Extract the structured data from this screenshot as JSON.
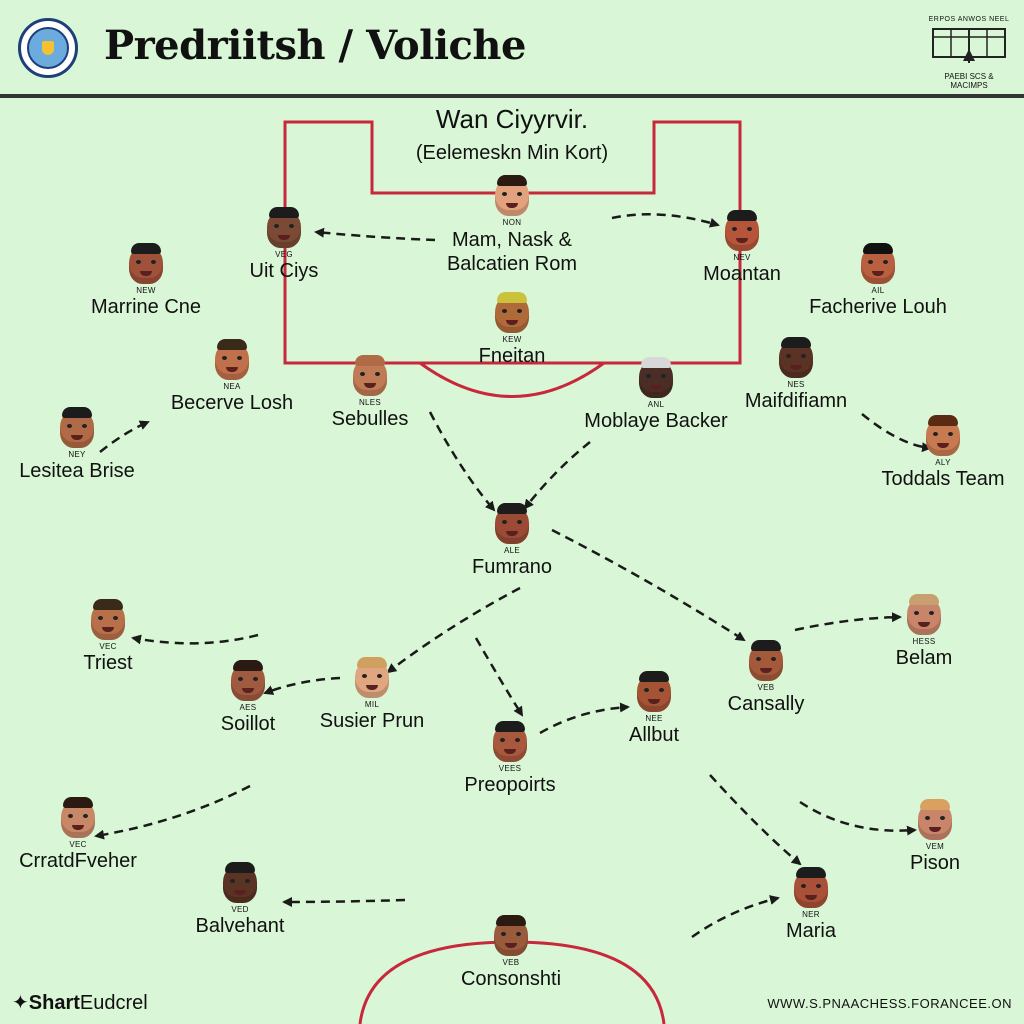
{
  "header": {
    "title": "Predriitsh / Voliche",
    "brand_right_top": "ERPOS ANWOS NEEL",
    "brand_right_bottom": "PAEBI SCS & MACIMPS"
  },
  "box": {
    "title": "Wan Ciyyrvir.",
    "subtitle": "(Eelemeskn Min Kort)"
  },
  "colors": {
    "background": "#d9f7d6",
    "pitch_lines": "#c8283c",
    "arrows": "#1a1a1a"
  },
  "players": [
    {
      "id": "center-top",
      "code": "NON",
      "name": "Mam, Nask & Balcatien Rom",
      "skin": "#e2a27e",
      "hair": "#2a1a12"
    },
    {
      "id": "uit-ciys",
      "code": "VEG",
      "name": "Uit Ciys",
      "skin": "#7a4a35",
      "hair": "#1c1c1c"
    },
    {
      "id": "moantan",
      "code": "NEV",
      "name": "Moantan",
      "skin": "#b5563a",
      "hair": "#1c1c1c"
    },
    {
      "id": "marrine-cne",
      "code": "NEW",
      "name": "Marrine Cne",
      "skin": "#a0513a",
      "hair": "#1c1c1c"
    },
    {
      "id": "facherive-louh",
      "code": "AIL",
      "name": "Facherive Louh",
      "skin": "#b8603f",
      "hair": "#111111"
    },
    {
      "id": "fneitan",
      "code": "KEW",
      "name": "Fneitan",
      "skin": "#b06a3a",
      "hair": "#c9c23a"
    },
    {
      "id": "becerve-losh",
      "code": "NEA",
      "name": "Becerve Losh",
      "skin": "#c0704a",
      "hair": "#3a2a1a"
    },
    {
      "id": "sebulles",
      "code": "NLES",
      "name": "Sebulles",
      "skin": "#c07a55",
      "hair": "#b06a45"
    },
    {
      "id": "moblaye-backer",
      "code": "ANL",
      "name": "Moblaye Backer",
      "skin": "#4a2e25",
      "hair": "#d8d8d8"
    },
    {
      "id": "maifdifiamn",
      "code": "NES",
      "name": "Maifdifiamn",
      "skin": "#5a3325",
      "hair": "#1c1c1c"
    },
    {
      "id": "lesitea-brise",
      "code": "NEY",
      "name": "Lesitea Brise",
      "skin": "#b06a45",
      "hair": "#1c1c1c"
    },
    {
      "id": "toddals-team",
      "code": "ALY",
      "name": "Toddals Team",
      "skin": "#c77a50",
      "hair": "#5a2a12"
    },
    {
      "id": "fumrano",
      "code": "ALE",
      "name": "Fumrano",
      "skin": "#9a4a35",
      "hair": "#1c1c1c"
    },
    {
      "id": "triest",
      "code": "VEC",
      "name": "Triest",
      "skin": "#b8704a",
      "hair": "#3a2a1a"
    },
    {
      "id": "belam",
      "code": "HESS",
      "name": "Belam",
      "skin": "#c9856a",
      "hair": "#c8a070"
    },
    {
      "id": "soillot",
      "code": "AES",
      "name": "Soillot",
      "skin": "#a05a40",
      "hair": "#2a1a12"
    },
    {
      "id": "susier-prun",
      "code": "MIL",
      "name": "Susier Prun",
      "skin": "#e0a680",
      "hair": "#d0a060"
    },
    {
      "id": "cansally",
      "code": "VEB",
      "name": "Cansally",
      "skin": "#a45a3a",
      "hair": "#1c1c1c"
    },
    {
      "id": "allbut",
      "code": "NEE",
      "name": "Allbut",
      "skin": "#a55335",
      "hair": "#1c1c1c"
    },
    {
      "id": "preopoirts",
      "code": "VEES",
      "name": "Preopoirts",
      "skin": "#a8583c",
      "hair": "#1c1c1c"
    },
    {
      "id": "crratdfveher",
      "code": "VEC",
      "name": "CrratdFveher",
      "skin": "#c88868",
      "hair": "#2a1a12"
    },
    {
      "id": "pison",
      "code": "VEM",
      "name": "Pison",
      "skin": "#c9856a",
      "hair": "#d9a060"
    },
    {
      "id": "balvehant",
      "code": "VED",
      "name": "Balvehant",
      "skin": "#5a3325",
      "hair": "#1c1c1c"
    },
    {
      "id": "maria",
      "code": "NER",
      "name": "Maria",
      "skin": "#a85038",
      "hair": "#1c1c1c"
    },
    {
      "id": "consonshti",
      "code": "VEB",
      "name": "Consonshti",
      "skin": "#9a5a3c",
      "hair": "#2a1a12"
    }
  ],
  "footer": {
    "brand_bold": "Shart",
    "brand_rest": "Eudcrel",
    "url": "WWW.S.PNAACHESS.FORANCEE.ON"
  }
}
